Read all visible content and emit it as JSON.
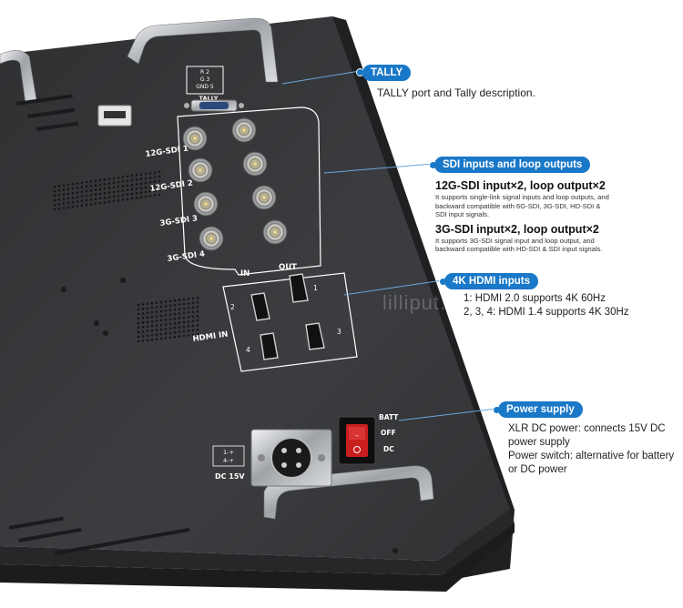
{
  "panel": {
    "tally_pins": [
      "R 2",
      "G 3",
      "GND 5"
    ],
    "tally_label": "TALLY",
    "sdi_labels": [
      "12G-SDI 1",
      "12G-SDI 2",
      "3G-SDI 3",
      "3G-SDI 4"
    ],
    "in_label": "IN",
    "out_label": "OUT",
    "hdmi_label": "HDMI IN",
    "hdmi_ports": [
      "1",
      "2",
      "3",
      "4"
    ],
    "power_switch_labels": [
      "BATT",
      "OFF",
      "DC"
    ],
    "dc_label": "DC 15V",
    "xlr_pinout": [
      "1-+",
      "4-+"
    ],
    "watermark": "lilliput.com",
    "colors": {
      "panel": "#3a3b3d",
      "panel_edge": "#555659",
      "silkscreen": "#ffffff"
    }
  },
  "callouts": {
    "tally": {
      "badge": "TALLY",
      "text": "TALLY port and Tally description."
    },
    "sdi": {
      "badge": "SDI inputs and loop outputs",
      "heading1": "12G-SDI input×2, loop output×2",
      "detail1": [
        "It supports single-link signal inputs and loop outputs, and",
        "backward compatible with 6G-SDI, 3G-SDI, HD-SDI &",
        "SDI input signals."
      ],
      "heading2": "3G-SDI input×2, loop output×2",
      "detail2": [
        "It supports 3G-SDI signal input and loop output, and",
        "backward compatible with HD-SDI & SDI  input signals."
      ]
    },
    "hdmi": {
      "badge": "4K HDMI inputs",
      "line1": "1: HDMI 2.0 supports 4K 60Hz",
      "line2": "2, 3, 4: HDMI 1.4 supports 4K 30Hz"
    },
    "power": {
      "badge": "Power supply",
      "lines": [
        "XLR DC power: connects 15V DC",
        "power supply",
        "Power switch: alternative for battery",
        "or DC power"
      ]
    }
  },
  "accent_color": "#1a78c8"
}
